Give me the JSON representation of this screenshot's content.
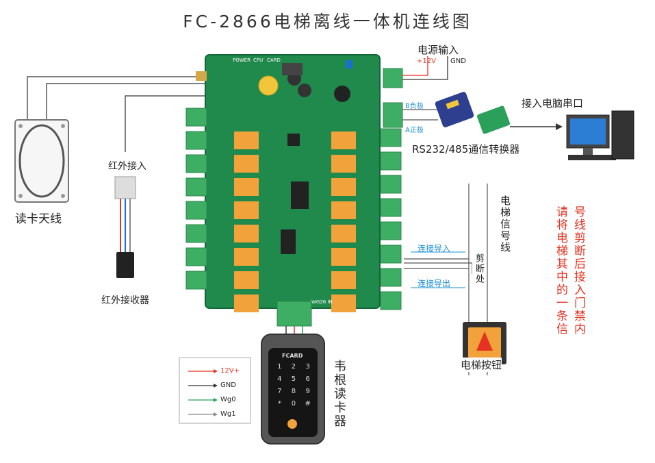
{
  "title": "FC-2866电梯离线一体机连线图",
  "power": {
    "label": "电源输入",
    "plus": "+12V",
    "gnd": "GND"
  },
  "converter": {
    "b_label": "B负极",
    "a_label": "A正极",
    "label": "RS232/485通信转换器"
  },
  "pc": {
    "label": "接入电脑串口"
  },
  "antenna": {
    "label": "读卡天线"
  },
  "ir": {
    "in_label": "红外接入",
    "receiver_label": "红外接收器"
  },
  "signal": {
    "vertical_label": "电梯信号线",
    "cut_label": "剪断处",
    "in_label": "连接导入",
    "out_label": "连接导出"
  },
  "button": {
    "label": "电梯按钮"
  },
  "note": {
    "col1": "请将电梯其中的一条信",
    "col2": "号线剪断后接入门禁内"
  },
  "wiegand": {
    "label": "韦根读卡器",
    "brand": "FCARD",
    "keys": [
      "1",
      "2",
      "3",
      "4",
      "5",
      "6",
      "7",
      "8",
      "9",
      "*",
      "0",
      "#"
    ]
  },
  "legend": [
    {
      "label": "12V+",
      "color": "#e53323"
    },
    {
      "label": "GND",
      "color": "#333333"
    },
    {
      "label": "Wg0",
      "color": "#2aa05a"
    },
    {
      "label": "Wg1",
      "color": "#888888"
    }
  ],
  "board": {
    "header_labels": [
      "POWER",
      "CPU",
      "CARD"
    ],
    "relay_count_per_side": 8,
    "wg_label": "WG26 IN"
  },
  "colors": {
    "pcb": "#1f8a4c",
    "relay": "#f2a23a",
    "terminal": "#3dae63"
  }
}
